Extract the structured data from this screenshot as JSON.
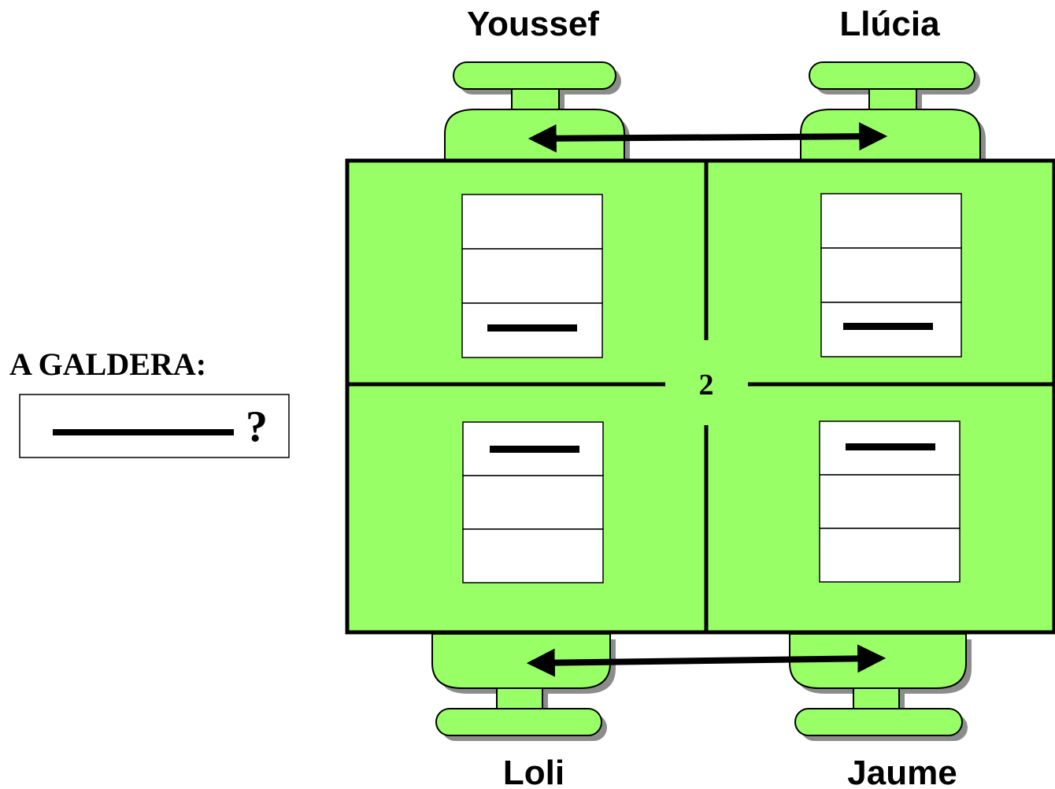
{
  "students": {
    "top_left": "Youssef",
    "top_right": "Llúcia",
    "bottom_left": "Loli",
    "bottom_right": "Jaume"
  },
  "bin": {
    "label": "A GALDERA:",
    "question": "?"
  },
  "table": {
    "number": "2"
  },
  "colors": {
    "green": "#99ff66",
    "outline": "#000000",
    "shadow": "#8c8c8c"
  }
}
